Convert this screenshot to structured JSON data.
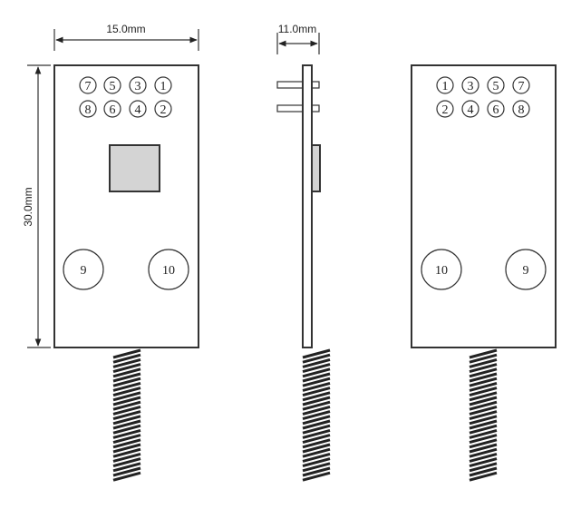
{
  "dimensions": {
    "width": "15.0mm",
    "thickness": "11.0mm",
    "height": "30.0mm"
  },
  "front_view": {
    "pins_top_row": [
      "7",
      "5",
      "3",
      "1"
    ],
    "pins_bottom_row": [
      "8",
      "6",
      "4",
      "2"
    ],
    "pad_left": "9",
    "pad_right": "10"
  },
  "back_view": {
    "pins_top_row": [
      "1",
      "3",
      "5",
      "7"
    ],
    "pins_bottom_row": [
      "2",
      "4",
      "6",
      "8"
    ],
    "pad_left": "10",
    "pad_right": "9"
  },
  "colors": {
    "line": "#333333",
    "chip_fill": "#d4d4d4",
    "background": "#ffffff"
  }
}
